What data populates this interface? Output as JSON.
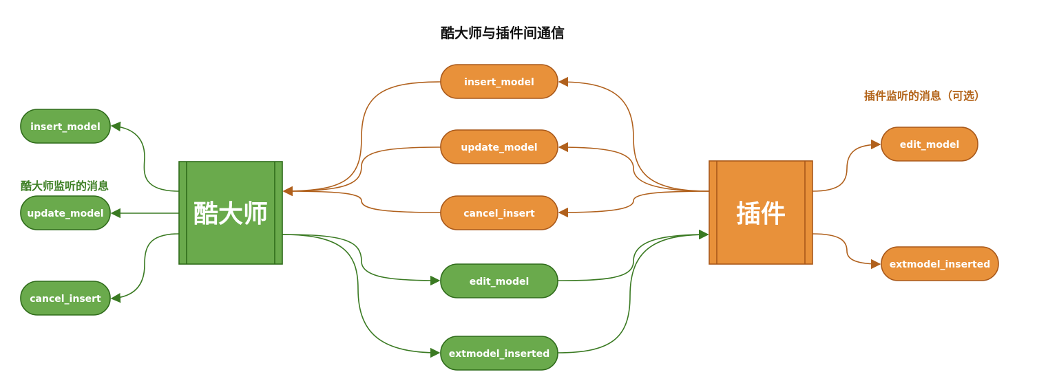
{
  "title": "酷大师与插件间通信",
  "colors": {
    "green_fill": "#6aaa4c",
    "green_stroke": "#2f6b1b",
    "green_edge": "#3a7a22",
    "green_label": "#3d7f24",
    "orange_fill": "#e8913a",
    "orange_stroke": "#a8581a",
    "orange_edge": "#b0601c",
    "orange_label": "#b3641a",
    "node_text": "#ffffff",
    "title_text": "#111111"
  },
  "left_block": {
    "label": "酷大师"
  },
  "right_block": {
    "label": "插件"
  },
  "left_caption": "酷大师监听的消息",
  "right_caption": "插件监听的消息（可选）",
  "left_messages": [
    "insert_model",
    "update_model",
    "cancel_insert"
  ],
  "right_messages": [
    "edit_model",
    "extmodel_inserted"
  ],
  "center_to_left": [
    "insert_model",
    "update_model",
    "cancel_insert"
  ],
  "center_to_right": [
    "edit_model",
    "extmodel_inserted"
  ]
}
